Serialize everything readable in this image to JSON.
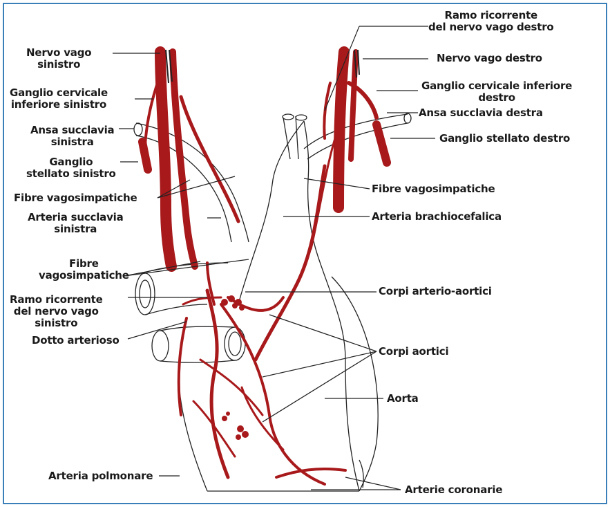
{
  "labels": {
    "nervo_vago_sinistro": [
      "Nervo vago",
      "sinistro"
    ],
    "ganglio_cervicale_inf_sin": [
      "Ganglio cervicale",
      "inferiore sinistro"
    ],
    "ansa_succlavia_sin": [
      "Ansa succlavia",
      "sinistra"
    ],
    "ganglio_stellato_sin": [
      "Ganglio",
      "stellato sinistro"
    ],
    "fibre_vagosimpatiche_1": "Fibre vagosimpatiche",
    "arteria_succlavia_sin": [
      "Arteria succlavia",
      "sinistra"
    ],
    "fibre_vagosimpatiche_2": [
      "Fibre",
      "vagosimpatiche"
    ],
    "ramo_ricorrente_sin": [
      "Ramo ricorrente",
      "del nervo vago",
      "sinistro"
    ],
    "dotto_arterioso": "Dotto arterioso",
    "arteria_polmonare": "Arteria polmonare",
    "ramo_ricorrente_des": [
      "Ramo ricorrente",
      "del nervo vago destro"
    ],
    "nervo_vago_destro": "Nervo vago destro",
    "ganglio_cervicale_inf_des": [
      "Ganglio cervicale inferiore",
      "destro"
    ],
    "ansa_succlavia_des": "Ansa succlavia destra",
    "ganglio_stellato_des": "Ganglio stellato destro",
    "fibre_vagosimpatiche_3": "Fibre vagosimpatiche",
    "arteria_brachiocefalica": "Arteria brachiocefalica",
    "corpi_arterio_aortici": "Corpi arterio-aortici",
    "corpi_aortici": "Corpi aortici",
    "aorta": "Aorta",
    "arterie_coronarie": "Arterie coronarie"
  },
  "colors": {
    "nerve": "#a8191b",
    "outline": "#222222",
    "frame": "#3a7fb8"
  }
}
